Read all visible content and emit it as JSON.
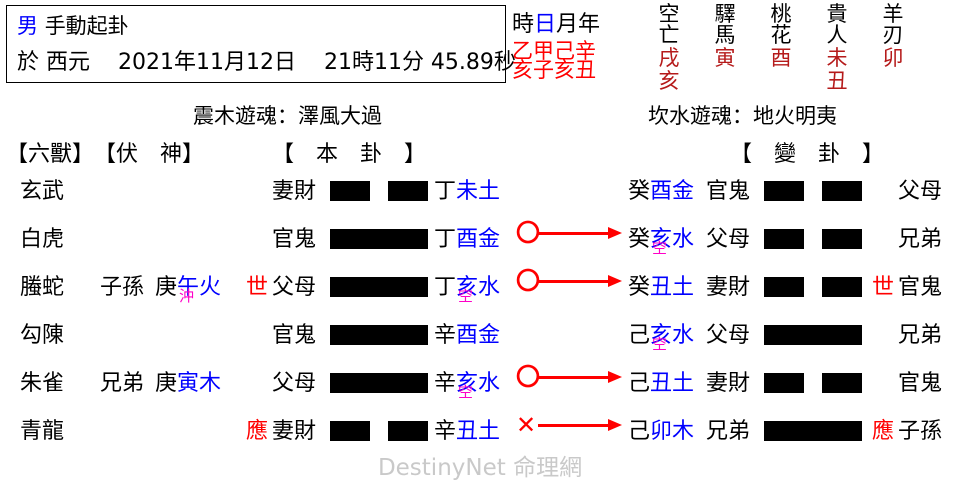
{
  "header": {
    "gender": "男",
    "method": "手動起卦",
    "date_prefix": "於 西元",
    "date": "2021年11月12日",
    "time": "21時11分 45.89秒"
  },
  "pillars": {
    "labels": "時日月年",
    "label_hour": "時",
    "label_day": "日",
    "label_month": "月",
    "label_year": "年",
    "stems": "乙甲己辛",
    "branches": "亥子亥丑",
    "color": "#ff0000"
  },
  "shensha": [
    {
      "name_top": "空",
      "name_bottom": "亡",
      "value": "戌",
      "value2": "亥"
    },
    {
      "name_top": "驛",
      "name_bottom": "馬",
      "value": "寅",
      "value2": ""
    },
    {
      "name_top": "桃",
      "name_bottom": "花",
      "value": "酉",
      "value2": ""
    },
    {
      "name_top": "貴",
      "name_bottom": "人",
      "value": "未",
      "value2": "丑"
    },
    {
      "name_top": "羊",
      "name_bottom": "刃",
      "value": "卯",
      "value2": ""
    }
  ],
  "gua_titles": {
    "primary": "震木遊魂：澤風大過",
    "changed": "坎水遊魂：地火明夷"
  },
  "column_headers": {
    "liushou": "【六獸】",
    "fushen": "【伏　神】",
    "bengua": "【　本　卦　】",
    "biangua": "【　變　卦　】"
  },
  "rows": [
    {
      "liushou": "玄武",
      "fushen_god": "",
      "fushen_stem": "",
      "fushen_branch": "",
      "fushen_sub": "",
      "left_shiying": "",
      "left_god": "妻財",
      "left_line": "yin",
      "left_stem": "丁",
      "left_branch": "未土",
      "left_sub": "",
      "mark": "",
      "right_stem": "癸",
      "right_branch": "酉金",
      "right_sub": "",
      "right_god": "官鬼",
      "right_line": "yin",
      "right_shiying": "",
      "right_god2": "父母"
    },
    {
      "liushou": "白虎",
      "fushen_god": "",
      "fushen_stem": "",
      "fushen_branch": "",
      "fushen_sub": "",
      "left_shiying": "",
      "left_god": "官鬼",
      "left_line": "yang",
      "left_stem": "丁",
      "left_branch": "酉金",
      "left_sub": "",
      "mark": "〇",
      "right_stem": "癸",
      "right_branch": "亥水",
      "right_sub": "空",
      "right_god": "父母",
      "right_line": "yin",
      "right_shiying": "",
      "right_god2": "兄弟"
    },
    {
      "liushou": "螣蛇",
      "fushen_god": "子孫",
      "fushen_stem": "庚",
      "fushen_branch": "午火",
      "fushen_sub": "沖",
      "left_shiying": "世",
      "left_god": "父母",
      "left_line": "yang",
      "left_stem": "丁",
      "left_branch": "亥水",
      "left_sub": "空",
      "mark": "〇",
      "right_stem": "癸",
      "right_branch": "丑土",
      "right_sub": "",
      "right_god": "妻財",
      "right_line": "yin",
      "right_shiying": "世",
      "right_god2": "官鬼"
    },
    {
      "liushou": "勾陳",
      "fushen_god": "",
      "fushen_stem": "",
      "fushen_branch": "",
      "fushen_sub": "",
      "left_shiying": "",
      "left_god": "官鬼",
      "left_line": "yang",
      "left_stem": "辛",
      "left_branch": "酉金",
      "left_sub": "",
      "mark": "",
      "right_stem": "己",
      "right_branch": "亥水",
      "right_sub": "空",
      "right_god": "父母",
      "right_line": "yang",
      "right_shiying": "",
      "right_god2": "兄弟"
    },
    {
      "liushou": "朱雀",
      "fushen_god": "兄弟",
      "fushen_stem": "庚",
      "fushen_branch": "寅木",
      "fushen_sub": "",
      "left_shiying": "",
      "left_god": "父母",
      "left_line": "yang",
      "left_stem": "辛",
      "left_branch": "亥水",
      "left_sub": "空",
      "mark": "〇",
      "right_stem": "己",
      "right_branch": "丑土",
      "right_sub": "",
      "right_god": "妻財",
      "right_line": "yin",
      "right_shiying": "",
      "right_god2": "官鬼"
    },
    {
      "liushou": "青龍",
      "fushen_god": "",
      "fushen_stem": "",
      "fushen_branch": "",
      "fushen_sub": "",
      "left_shiying": "應",
      "left_god": "妻財",
      "left_line": "yin",
      "left_stem": "辛",
      "left_branch": "丑土",
      "left_sub": "",
      "mark": "✕",
      "right_stem": "己",
      "right_branch": "卯木",
      "right_sub": "",
      "right_god": "兄弟",
      "right_line": "yang",
      "right_shiying": "應",
      "right_god2": "子孫"
    }
  ],
  "watermark": "DestinyNet 命理網",
  "colors": {
    "branch": "#0000ff",
    "ganzhi_red": "#ff0000",
    "shensha_red": "#b51a1a",
    "sub_marker": "#ff00c8",
    "shiying": "#ff0000",
    "watermark": "#c9c9c9"
  }
}
